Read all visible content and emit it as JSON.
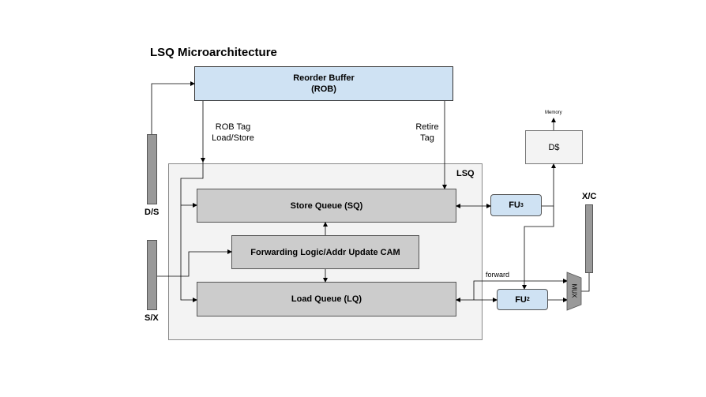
{
  "title": "LSQ Microarchitecture",
  "rob": {
    "line1": "Reorder Buffer",
    "line2": "(ROB)"
  },
  "lsq_label": "LSQ",
  "store_queue": "Store Queue (SQ)",
  "forwarding_logic": "Forwarding Logic/Addr Update CAM",
  "load_queue": "Load Queue (LQ)",
  "fu3": {
    "base": "FU",
    "sub": "3"
  },
  "fu2": {
    "base": "FU",
    "sub": "2"
  },
  "dcache": "D$",
  "memory": "Memory",
  "mux": "MUX",
  "labels": {
    "rob_tag": "ROB Tag",
    "load_store": "Load/Store",
    "retire": "Retire",
    "tag": "Tag",
    "forward": "forward",
    "ds": "D/S",
    "sx": "S/X",
    "xc": "X/C"
  },
  "colors": {
    "rob_fill": "#cfe2f3",
    "queue_fill": "#cccccc",
    "lsq_fill": "#f3f3f3",
    "pipe_fill": "#999999"
  }
}
